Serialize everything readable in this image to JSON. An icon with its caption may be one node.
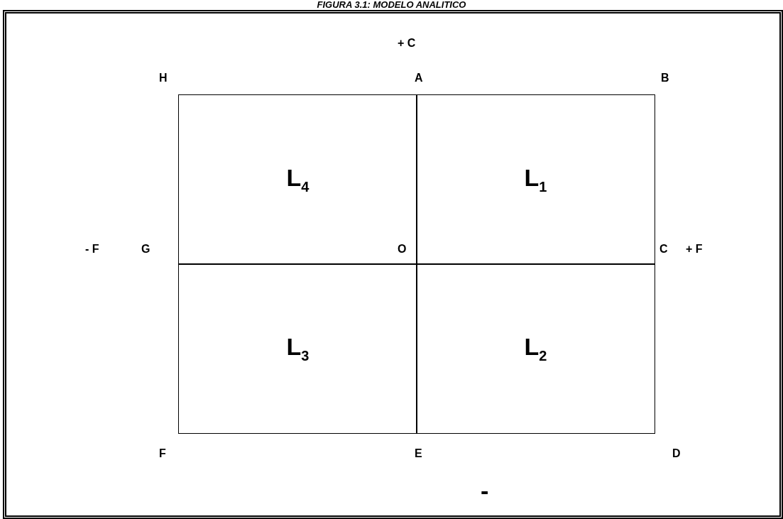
{
  "diagram": {
    "title": "FIGURA 3.1: MODELO ANALITICO",
    "nodes": [
      {
        "text": [
          "L$_{4}$"
        ]
      },
      {
        "text": [
          "L$_{1}$"
        ]
      },
      {
        "text": [
          "L$_{3}$"
        ]
      },
      {
        "text": [
          "L$_{2}$"
        ]
      }
    ],
    "edges": [],
    "labels": [
      "+ C",
      "H",
      "A",
      "B",
      "- F",
      "G",
      "O",
      "C",
      "+ F",
      "F",
      "E",
      "D",
      "-"
    ]
  }
}
